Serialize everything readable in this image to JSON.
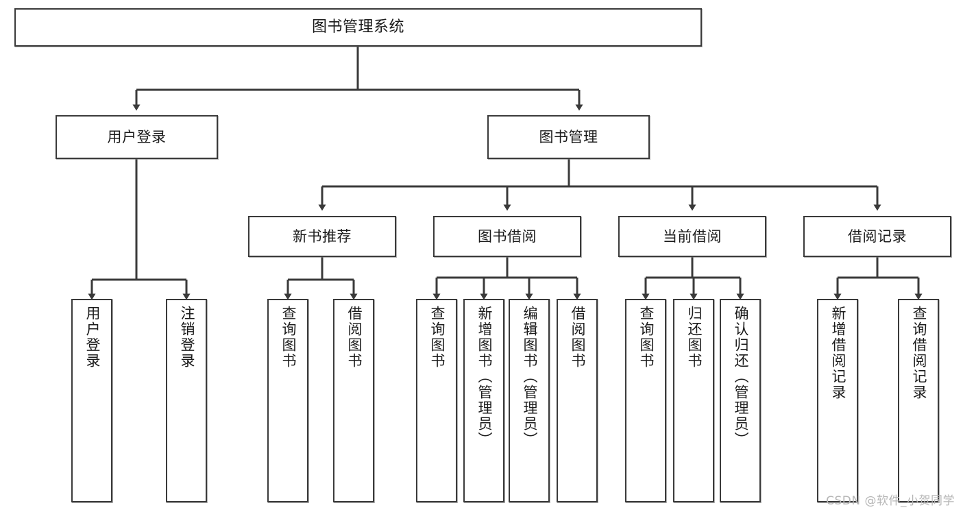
{
  "diagram": {
    "title": "图书管理系统",
    "type": "tree-hierarchy-chart",
    "orientation": "top-down",
    "stroke_color": "#3a3a3a",
    "fill_color": "#ffffff",
    "text_color": "#1b1b1b"
  },
  "watermark": {
    "text": "CSDN @软件_小贺同学",
    "color": "#b6b6b6"
  },
  "nodes": {
    "root": {
      "label": "图书管理系统"
    },
    "level2": [
      {
        "label": "用户登录"
      },
      {
        "label": "图书管理"
      }
    ],
    "level3": [
      {
        "label": "新书推荐"
      },
      {
        "label": "图书借阅"
      },
      {
        "label": "当前借阅"
      },
      {
        "label": "借阅记录"
      }
    ],
    "leaves": {
      "user_login": [
        {
          "label": "用户登录"
        },
        {
          "label": "注销登录"
        }
      ],
      "new_book_recommend": [
        {
          "label": "查询图书"
        },
        {
          "label": "借阅图书"
        }
      ],
      "book_borrow": [
        {
          "label": "查询图书"
        },
        {
          "label": "新增图书（管理员）"
        },
        {
          "label": "编辑图书（管理员）"
        },
        {
          "label": "借阅图书"
        }
      ],
      "current_borrow": [
        {
          "label": "查询图书"
        },
        {
          "label": "归还图书"
        },
        {
          "label": "确认归还（管理员）"
        }
      ],
      "borrow_record": [
        {
          "label": "新增借阅记录"
        },
        {
          "label": "查询借阅记录"
        }
      ]
    }
  },
  "chart_data": {
    "type": "table",
    "title": "图书管理系统 功能结构图",
    "tree": {
      "name": "图书管理系统",
      "children": [
        {
          "name": "用户登录",
          "children": [
            {
              "name": "用户登录"
            },
            {
              "name": "注销登录"
            }
          ]
        },
        {
          "name": "图书管理",
          "children": [
            {
              "name": "新书推荐",
              "children": [
                {
                  "name": "查询图书"
                },
                {
                  "name": "借阅图书"
                }
              ]
            },
            {
              "name": "图书借阅",
              "children": [
                {
                  "name": "查询图书"
                },
                {
                  "name": "新增图书（管理员）"
                },
                {
                  "name": "编辑图书（管理员）"
                },
                {
                  "name": "借阅图书"
                }
              ]
            },
            {
              "name": "当前借阅",
              "children": [
                {
                  "name": "查询图书"
                },
                {
                  "name": "归还图书"
                },
                {
                  "name": "确认归还（管理员）"
                }
              ]
            },
            {
              "name": "借阅记录",
              "children": [
                {
                  "name": "新增借阅记录"
                },
                {
                  "name": "查询借阅记录"
                }
              ]
            }
          ]
        }
      ]
    }
  }
}
